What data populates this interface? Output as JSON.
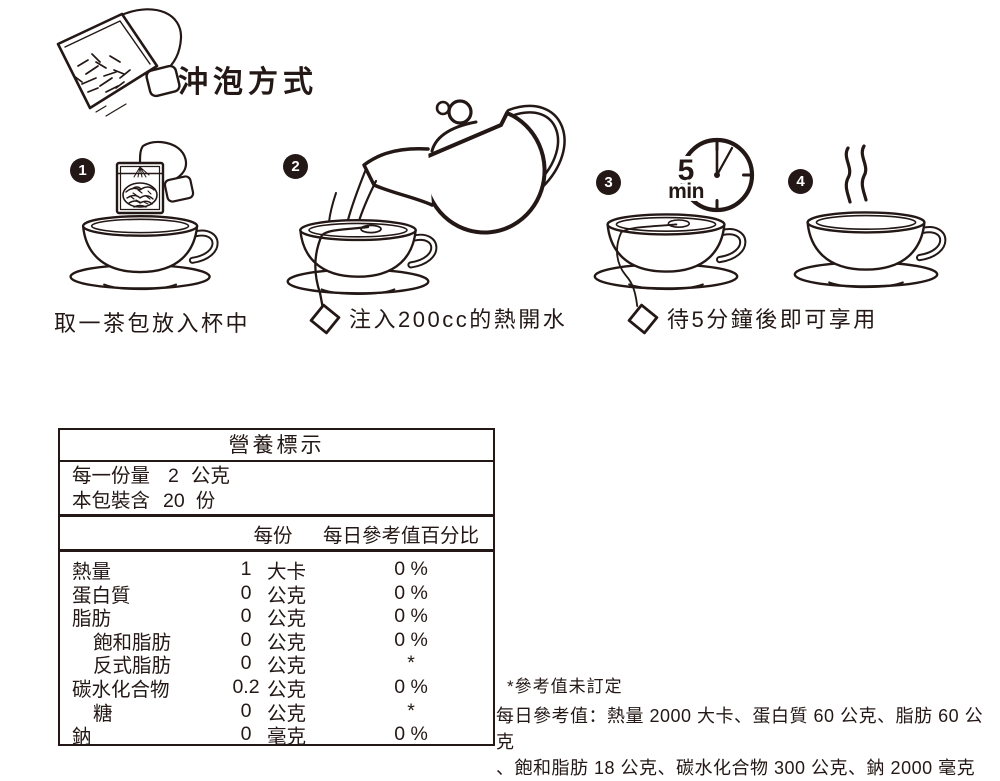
{
  "header": {
    "title": "沖泡方式"
  },
  "steps": [
    {
      "num": "1",
      "caption": "取一茶包放入杯中"
    },
    {
      "num": "2",
      "caption": "注入200cc的熱開水"
    },
    {
      "num": "3",
      "caption": "待5分鐘後即可享用"
    },
    {
      "num": "4"
    }
  ],
  "timer": {
    "value": "5",
    "unit": "min"
  },
  "nutrition": {
    "title": "營養標示",
    "serving_size_label": "每一份量",
    "serving_size_value": "2",
    "serving_size_unit": "公克",
    "servings_label": "本包裝含",
    "servings_value": "20",
    "servings_unit": "份",
    "col_per_serving": "每份",
    "col_daily_value": "每日參考值百分比",
    "rows": [
      {
        "label": "熱量",
        "value": "1",
        "unit": "大卡",
        "dv": "0 %"
      },
      {
        "label": "蛋白質",
        "value": "0",
        "unit": "公克",
        "dv": "0 %"
      },
      {
        "label": "脂肪",
        "value": "0",
        "unit": "公克",
        "dv": "0 %"
      },
      {
        "label": "飽和脂肪",
        "value": "0",
        "unit": "公克",
        "dv": "0 %"
      },
      {
        "label": "反式脂肪",
        "value": "0",
        "unit": "公克",
        "dv": "*"
      },
      {
        "label": "碳水化合物",
        "value": "0.2",
        "unit": "公克",
        "dv": "0 %"
      },
      {
        "label": "糖",
        "value": "0",
        "unit": "公克",
        "dv": "*"
      },
      {
        "label": "鈉",
        "value": "0",
        "unit": "毫克",
        "dv": "0 %"
      }
    ]
  },
  "footnote": {
    "note": "*參考值未訂定",
    "daily_ref_line1": "每日參考值：熱量 2000 大卡、蛋白質 60 公克、脂肪 60 公克",
    "daily_ref_line2": "、飽和脂肪 18 公克、碳水化合物 300 公克、鈉 2000 毫克"
  },
  "colors": {
    "ink": "#231815",
    "background": "#ffffff"
  }
}
